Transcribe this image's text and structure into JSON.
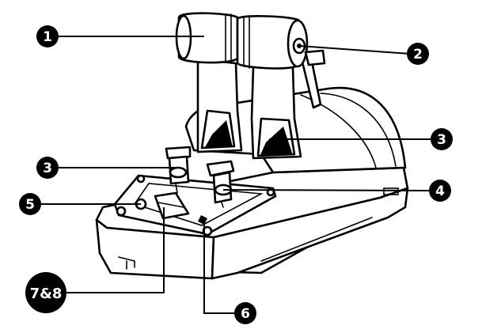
{
  "callouts": [
    {
      "id": "1",
      "label": "1"
    },
    {
      "id": "2",
      "label": "2"
    },
    {
      "id": "3a",
      "label": "3"
    },
    {
      "id": "3b",
      "label": "3"
    },
    {
      "id": "4",
      "label": "4"
    },
    {
      "id": "5",
      "label": "5"
    },
    {
      "id": "6",
      "label": "6"
    },
    {
      "id": "78",
      "label": "7&8"
    }
  ],
  "colors": {
    "ink": "#000000",
    "paper": "#ffffff"
  }
}
